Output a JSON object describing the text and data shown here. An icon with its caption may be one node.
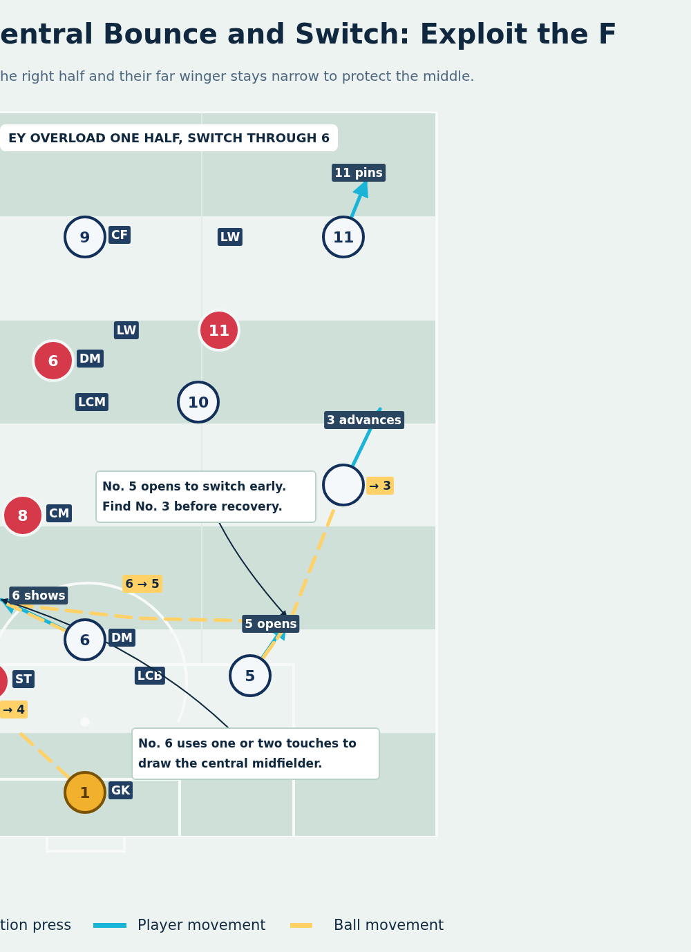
{
  "diagram": {
    "title": "entral Bounce and Switch: Exploit the F",
    "nodes": [
      {
        "text": [
          "9"
        ],
        "beside": [
          "CF"
        ]
      },
      {
        "text": [
          "11"
        ]
      },
      {
        "text": [
          "11"
        ]
      },
      {
        "text": [
          "6"
        ],
        "beside": [
          "DM"
        ]
      },
      {
        "text": [
          "10"
        ]
      },
      {
        "text": [],
        "shape": "circle"
      },
      {
        "text": [
          "8"
        ],
        "beside": [
          "CM"
        ]
      },
      {
        "text": [
          "6"
        ],
        "beside": [
          "DM"
        ]
      },
      {
        "text": [
          "5"
        ]
      },
      {
        "text": [],
        "shape": "circle",
        "beside": [
          "ST"
        ]
      },
      {
        "text": [
          "1"
        ],
        "beside": [
          "GK"
        ]
      },
      {
        "text": [
          "No. 5 opens to switch early. Find No. 3 before recovery."
        ]
      },
      {
        "text": [
          "No. 6 uses one or two touches to draw the central midfielder."
        ]
      }
    ],
    "edges": [
      {
        "from": 1,
        "to": null,
        "arrow": "to",
        "label": "11 pins"
      },
      {
        "from": 5,
        "to": null,
        "arrow": "to",
        "label": "3 advances"
      },
      {
        "from": 7,
        "to": null,
        "arrow": "to",
        "label": "6 shows"
      },
      {
        "from": 8,
        "to": null,
        "arrow": "to",
        "label": "5 opens"
      },
      {
        "from": 7,
        "to": 8,
        "arrow": "none",
        "label": "6 → 5",
        "style": "dashed",
        "color": "#ffd166"
      },
      {
        "from": 8,
        "to": 5,
        "arrow": "none",
        "label": "→ 3",
        "style": "dashed",
        "color": "#ffd166"
      },
      {
        "from": 10,
        "to": null,
        "arrow": "none",
        "label": "→ 4",
        "style": "dashed",
        "color": "#ffd166"
      },
      {
        "from": 11,
        "to": null,
        "arrow": "to",
        "color": "#10283f"
      },
      {
        "from": 12,
        "to": null,
        "arrow": "to",
        "color": "#10283f"
      }
    ],
    "labels": [
      "he right half and their far winger stays narrow to protect the middle.",
      "EY OVERLOAD ONE HALF, SWITCH THROUGH 6",
      "LW",
      "LW",
      "LCM",
      "LCB"
    ],
    "legend": [
      {
        "text": "tion press"
      },
      {
        "text": "Player movement",
        "color": "#1ab4d8"
      },
      {
        "text": "Ball movement",
        "color": "#ffd166"
      }
    ]
  }
}
